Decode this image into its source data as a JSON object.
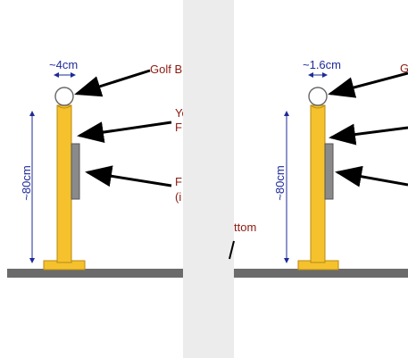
{
  "left_diagram": {
    "width_label": "~4cm",
    "height_label": "~80cm",
    "callout_golf": "Golf B",
    "callout_yellow_line1": "Yo",
    "callout_yellow_line2": "F",
    "callout_plate_line1": "F",
    "callout_plate_line2": "(i"
  },
  "right_diagram": {
    "width_label": "~1.6cm",
    "height_label": "~80cm",
    "callout_golf": "G"
  },
  "fragment_bottom": "ttom",
  "colors": {
    "pole": "#f5c22d",
    "pole_outline": "#b88a10",
    "plate": "#8a8a8a",
    "ground": "#6b6b6b",
    "dimension": "#1e2a9a",
    "callout_text": "#8b1a10",
    "arrow": "#000000",
    "gap": "#ececec"
  }
}
